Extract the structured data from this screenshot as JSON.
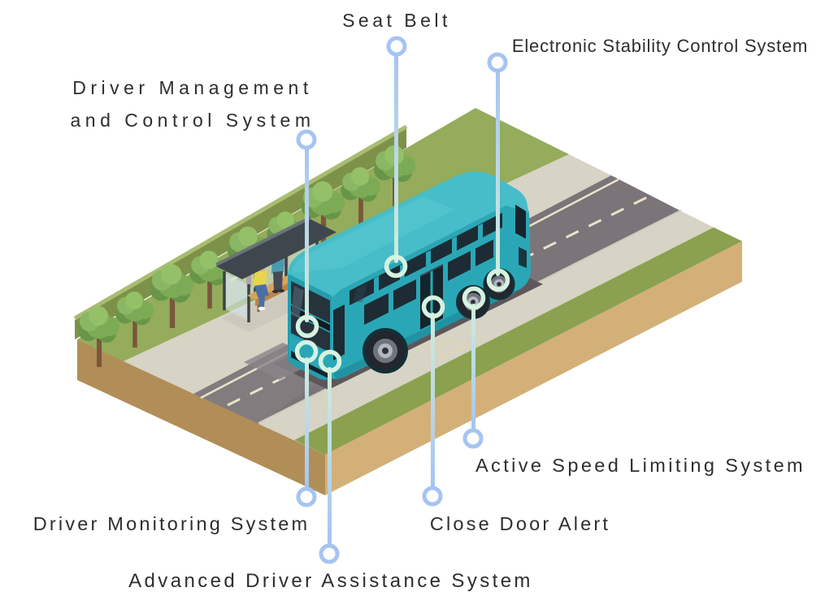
{
  "figure": {
    "type": "isometric-infographic",
    "subject": "Double-decker bus safety systems diagram",
    "scene_elements": [
      "double-decker bus",
      "bus stop shelter",
      "bench",
      "waiting passengers",
      "row of trees",
      "road with dashed center line",
      "sidewalk",
      "grass verge"
    ]
  },
  "callouts": [
    {
      "id": "seat-belt",
      "label": "Seat Belt"
    },
    {
      "id": "electronic-stability-control",
      "label": "Electronic Stability Control System"
    },
    {
      "id": "driver-management",
      "label_line1": "Driver Management",
      "label_line2": "and Control System"
    },
    {
      "id": "driver-monitoring",
      "label": "Driver Monitoring System"
    },
    {
      "id": "advanced-driver-assistance",
      "label": "Advanced Driver Assistance System"
    },
    {
      "id": "close-door-alert",
      "label": "Close Door Alert"
    },
    {
      "id": "active-speed-limiting",
      "label": "Active Speed Limiting System"
    }
  ],
  "colors": {
    "text": "#2e2e2e",
    "line_blue": "#a5c4f2",
    "line_mint": "#cfeeda",
    "ring_mint": "#d6f2e0",
    "bus_body": "#2aa7b6",
    "bus_roof": "#46bdc8",
    "bus_front": "#259dad",
    "bus_glass": "#1d2c34",
    "road": "#7b7478",
    "road_marking": "#e9e2cc",
    "sidewalk": "#d7d3c5",
    "grass": "#94ac5b",
    "grass_far": "#8ba14f",
    "earth": "#d3b078",
    "tree_foliage": "#7cab55",
    "shelter_frame": "#3f474e",
    "bench_wood": "#d9a55c"
  }
}
